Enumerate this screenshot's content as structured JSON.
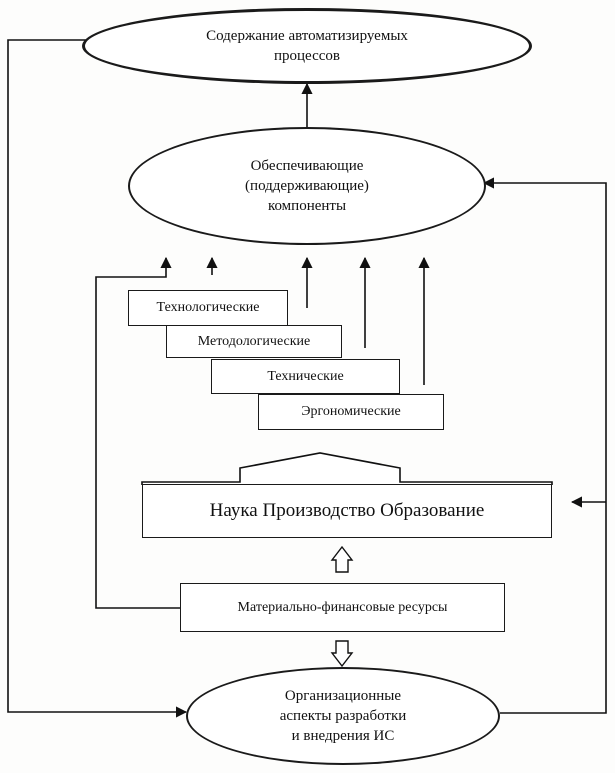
{
  "nodes": {
    "top_ellipse": {
      "line1": "Содержание автоматизируемых",
      "line2": "процессов"
    },
    "support_ellipse": {
      "line1": "Обеспечивающие",
      "line2": "(поддерживающие)",
      "line3": "компоненты"
    },
    "steps": [
      "Технологические",
      "Методологические",
      "Технические",
      "Эргономические"
    ],
    "science_box": "Наука Производство Образование",
    "resources_box": "Материально-финансовые ресурсы",
    "org_ellipse": {
      "line1": "Организационные",
      "line2": "аспекты разработки",
      "line3": "и внедрения ИС"
    }
  }
}
